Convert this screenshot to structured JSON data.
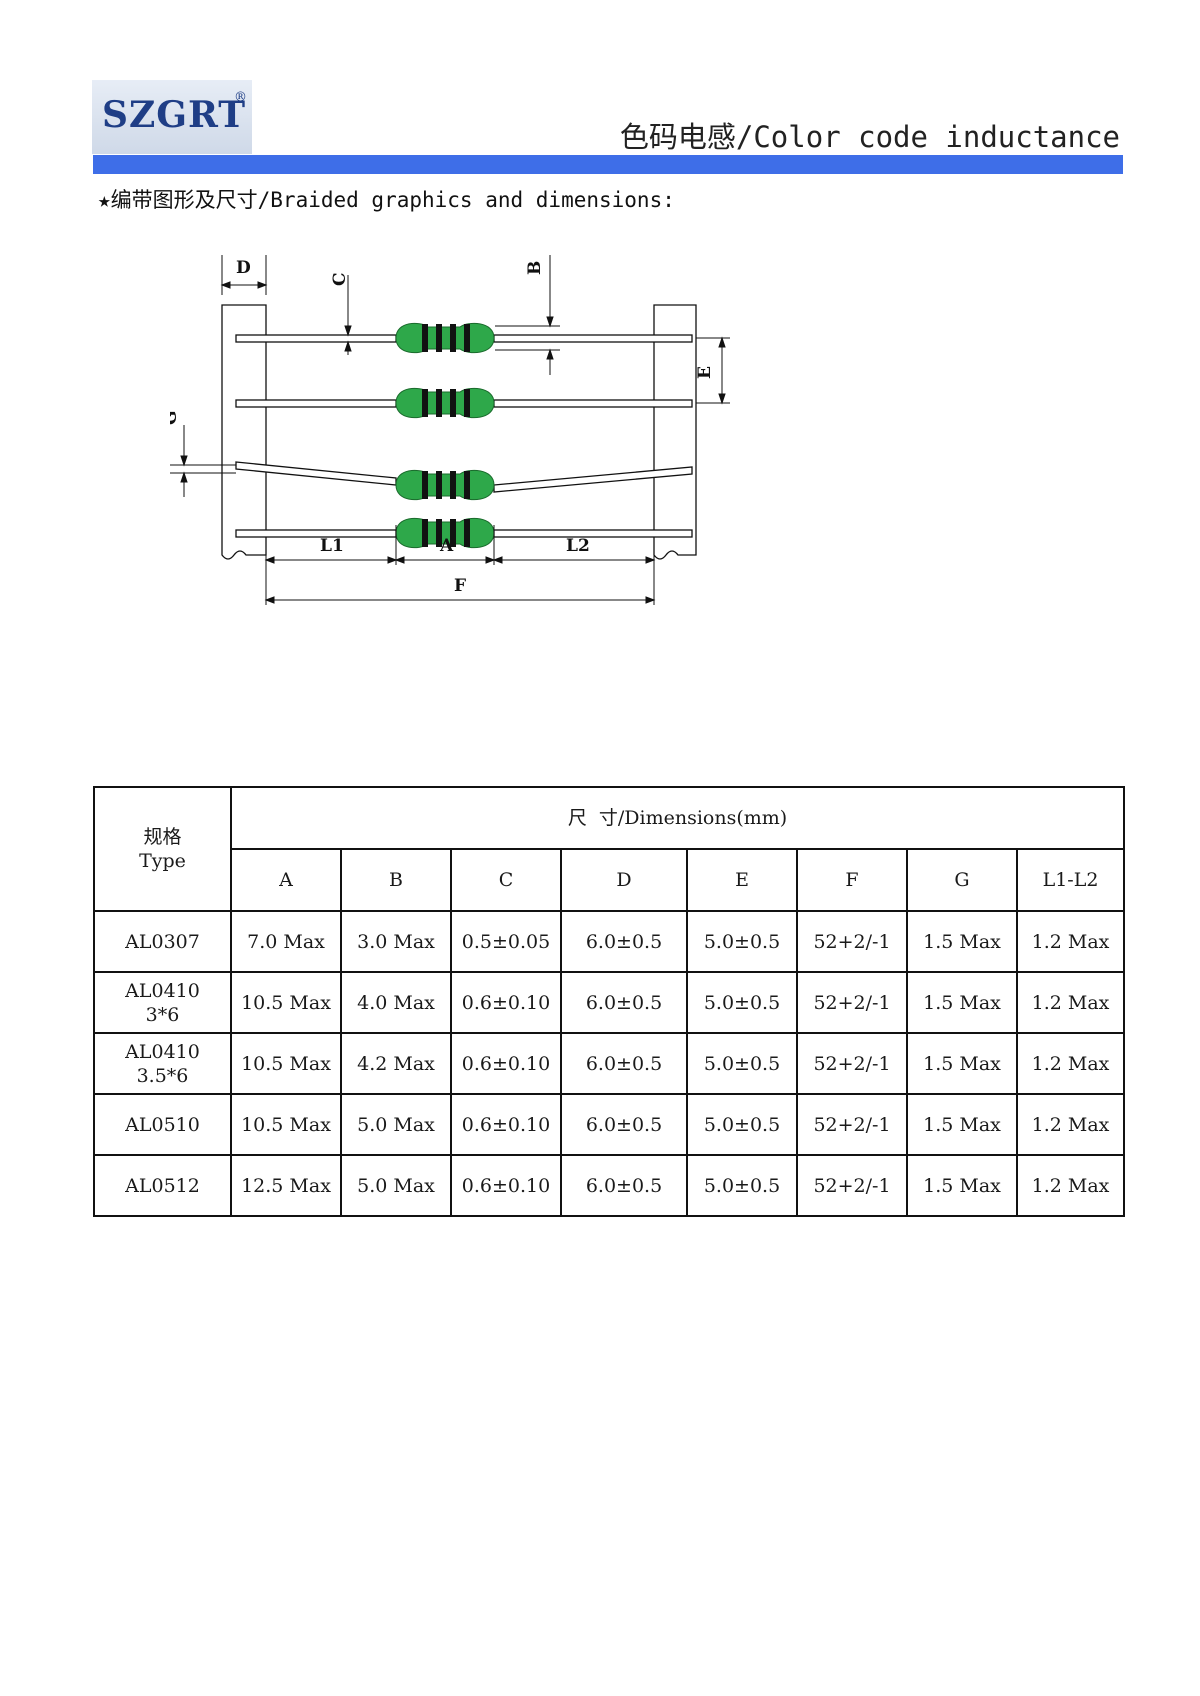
{
  "header": {
    "logo_text": "SZGRT",
    "logo_reg": "®",
    "title": "色码电感/Color code inductance"
  },
  "section": {
    "heading": "★编带图形及尺寸/Braided graphics and dimensions:"
  },
  "diagram": {
    "labels": {
      "D": "D",
      "C": "C",
      "B": "B",
      "E": "E",
      "G": "G",
      "L1": "L1",
      "A": "A",
      "L2": "L2",
      "F": "F"
    },
    "body_color": "#2ea84a",
    "band_color": "#111111"
  },
  "table": {
    "type_header_cn": "规格",
    "type_header_en": "Type",
    "dims_header": "尺  寸/Dimensions(mm)",
    "columns": [
      "A",
      "B",
      "C",
      "D",
      "E",
      "F",
      "G",
      "L1-L2"
    ],
    "rows": [
      {
        "type_line1": "AL0307",
        "type_line2": "",
        "values": [
          "7.0 Max",
          "3.0 Max",
          "0.5±0.05",
          "6.0±0.5",
          "5.0±0.5",
          "52+2/-1",
          "1.5 Max",
          "1.2 Max"
        ]
      },
      {
        "type_line1": "AL0410",
        "type_line2": "3*6",
        "values": [
          "10.5 Max",
          "4.0 Max",
          "0.6±0.10",
          "6.0±0.5",
          "5.0±0.5",
          "52+2/-1",
          "1.5 Max",
          "1.2 Max"
        ]
      },
      {
        "type_line1": "AL0410",
        "type_line2": "3.5*6",
        "values": [
          "10.5 Max",
          "4.2 Max",
          "0.6±0.10",
          "6.0±0.5",
          "5.0±0.5",
          "52+2/-1",
          "1.5 Max",
          "1.2 Max"
        ]
      },
      {
        "type_line1": "AL0510",
        "type_line2": "",
        "values": [
          "10.5 Max",
          "5.0 Max",
          "0.6±0.10",
          "6.0±0.5",
          "5.0±0.5",
          "52+2/-1",
          "1.5 Max",
          "1.2 Max"
        ]
      },
      {
        "type_line1": "AL0512",
        "type_line2": "",
        "values": [
          "12.5 Max",
          "5.0 Max",
          "0.6±0.10",
          "6.0±0.5",
          "5.0±0.5",
          "52+2/-1",
          "1.5 Max",
          "1.2 Max"
        ]
      }
    ]
  }
}
